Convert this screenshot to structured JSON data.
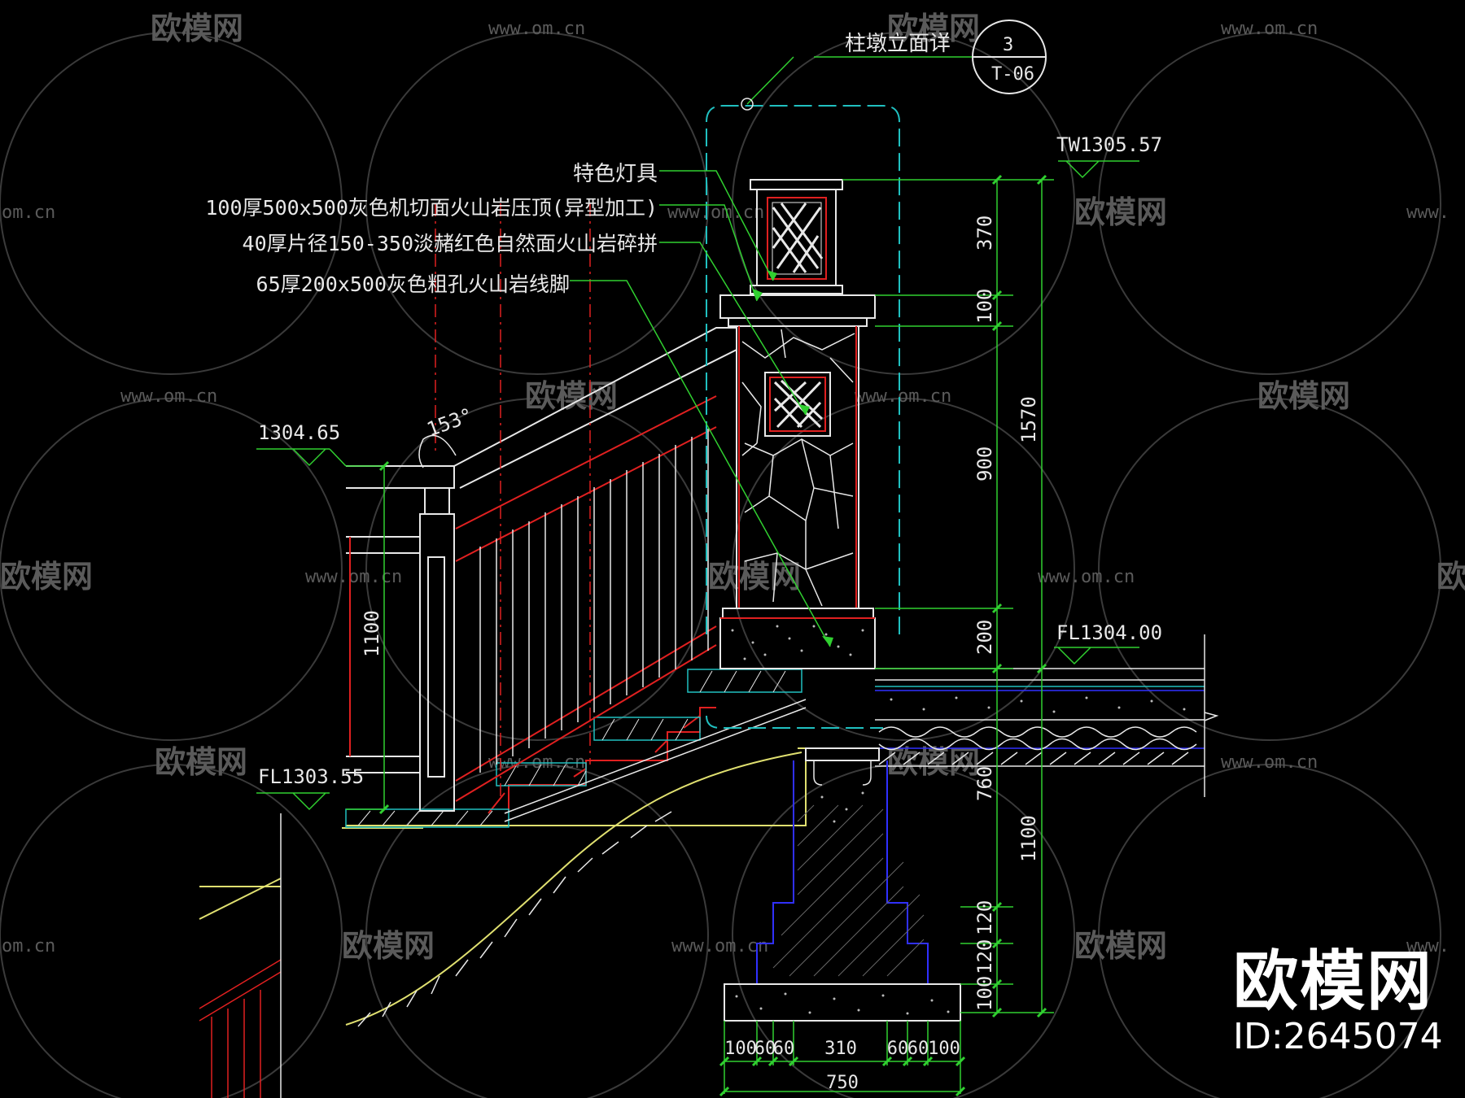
{
  "title": {
    "text": "柱墩立面详",
    "ref_num": "3",
    "ref_sheet": "T-06"
  },
  "annotations": {
    "lamp": "特色灯具",
    "cap": "100厚500x500灰色机切面火山岩压顶(异型加工)",
    "cladding": "40厚片径150-350淡赭红色自然面火山岩碎拼",
    "plinth": "65厚200x500灰色粗孔火山岩线脚"
  },
  "levels": {
    "top": "TW1305.57",
    "rail_top": "1304.65",
    "floor_upper": "FL1304.00",
    "floor_lower": "FL1303.55"
  },
  "angle": "153°",
  "dims_vertical": {
    "d370": "370",
    "d100a": "100",
    "d900": "900",
    "d200": "200",
    "d1570": "1570",
    "d760": "760",
    "d1100": "1100",
    "d120a": "120",
    "d120b": "120",
    "d100b": "100",
    "rail_height": "1100"
  },
  "dims_horizontal": {
    "d100a": "100",
    "d60a": "60",
    "d60b": "60",
    "d310": "310",
    "d60c": "60",
    "d60d": "60",
    "d100b": "100",
    "total": "750"
  },
  "watermark": {
    "logo": "欧模网",
    "url": "www.om.cn",
    "url_short": "om.cn",
    "url_w": "www."
  },
  "brand": {
    "name": "欧模网",
    "id": "ID:2645074"
  },
  "colors": {
    "green": "#30d030",
    "yellow": "#e0e070",
    "red": "#e02020",
    "cyan": "#20c0c0",
    "blue": "#3030ff",
    "white": "#e8e8e8"
  }
}
